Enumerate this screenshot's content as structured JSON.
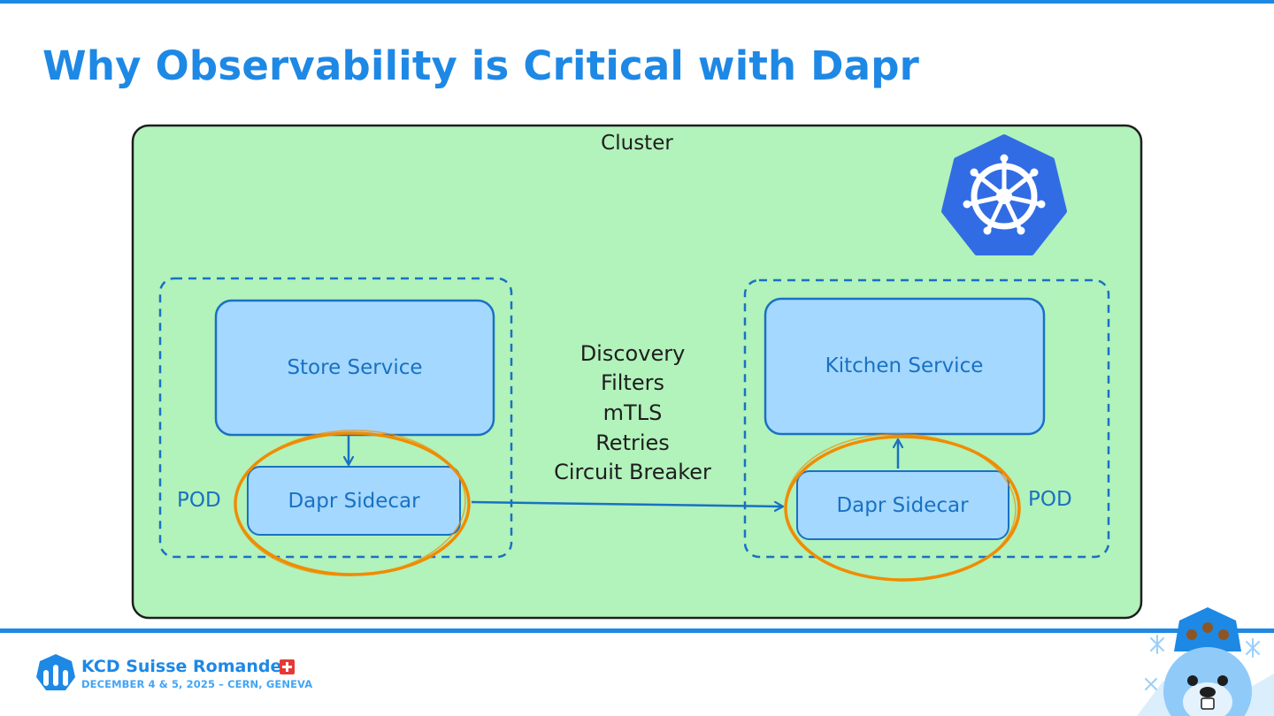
{
  "slide": {
    "title": "Why Observability is Critical with Dapr"
  },
  "diagram": {
    "cluster_label": "Cluster",
    "left_pod": {
      "label": "POD",
      "service": "Store Service",
      "sidecar": "Dapr Sidecar"
    },
    "right_pod": {
      "label": "POD",
      "service": "Kitchen Service",
      "sidecar": "Dapr Sidecar"
    },
    "features": [
      "Discovery",
      "Filters",
      "mTLS",
      "Retries",
      "Circuit Breaker"
    ],
    "logo_icon": "kubernetes-helm-icon",
    "colors": {
      "cluster_fill": "#b2f2bb",
      "service_fill": "#a5d8ff",
      "stroke_blue": "#1971c2",
      "highlight_orange": "#f08c00",
      "kubernetes_blue": "#326ce5"
    }
  },
  "footer": {
    "event_name": "KCD Suisse Romande",
    "event_date": "DECEMBER 4 & 5, 2025 – CERN, GENEVA"
  }
}
